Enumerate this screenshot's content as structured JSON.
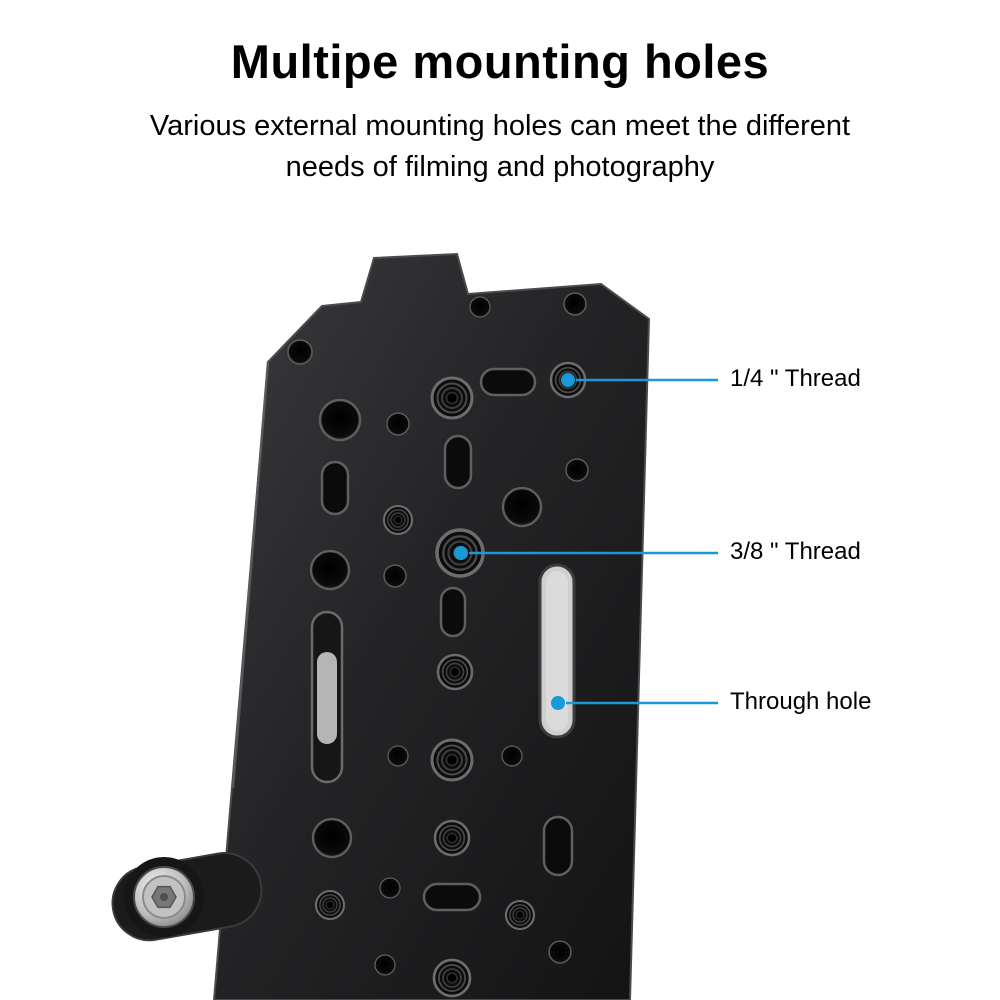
{
  "header": {
    "title": "Multipe mounting holes",
    "subtitle_line1": "Various external mounting holes can meet the different",
    "subtitle_line2": "needs of filming and photography"
  },
  "callouts": [
    {
      "id": "quarter-inch-thread",
      "label": "1/4 \" Thread"
    },
    {
      "id": "three-eighths-inch-thread",
      "label": "3/8 \" Thread"
    },
    {
      "id": "through-hole",
      "label": "Through hole"
    }
  ],
  "colors": {
    "accent_blue": "#189AD8",
    "plate_dark": "#1d1d1f",
    "background": "#ffffff"
  }
}
